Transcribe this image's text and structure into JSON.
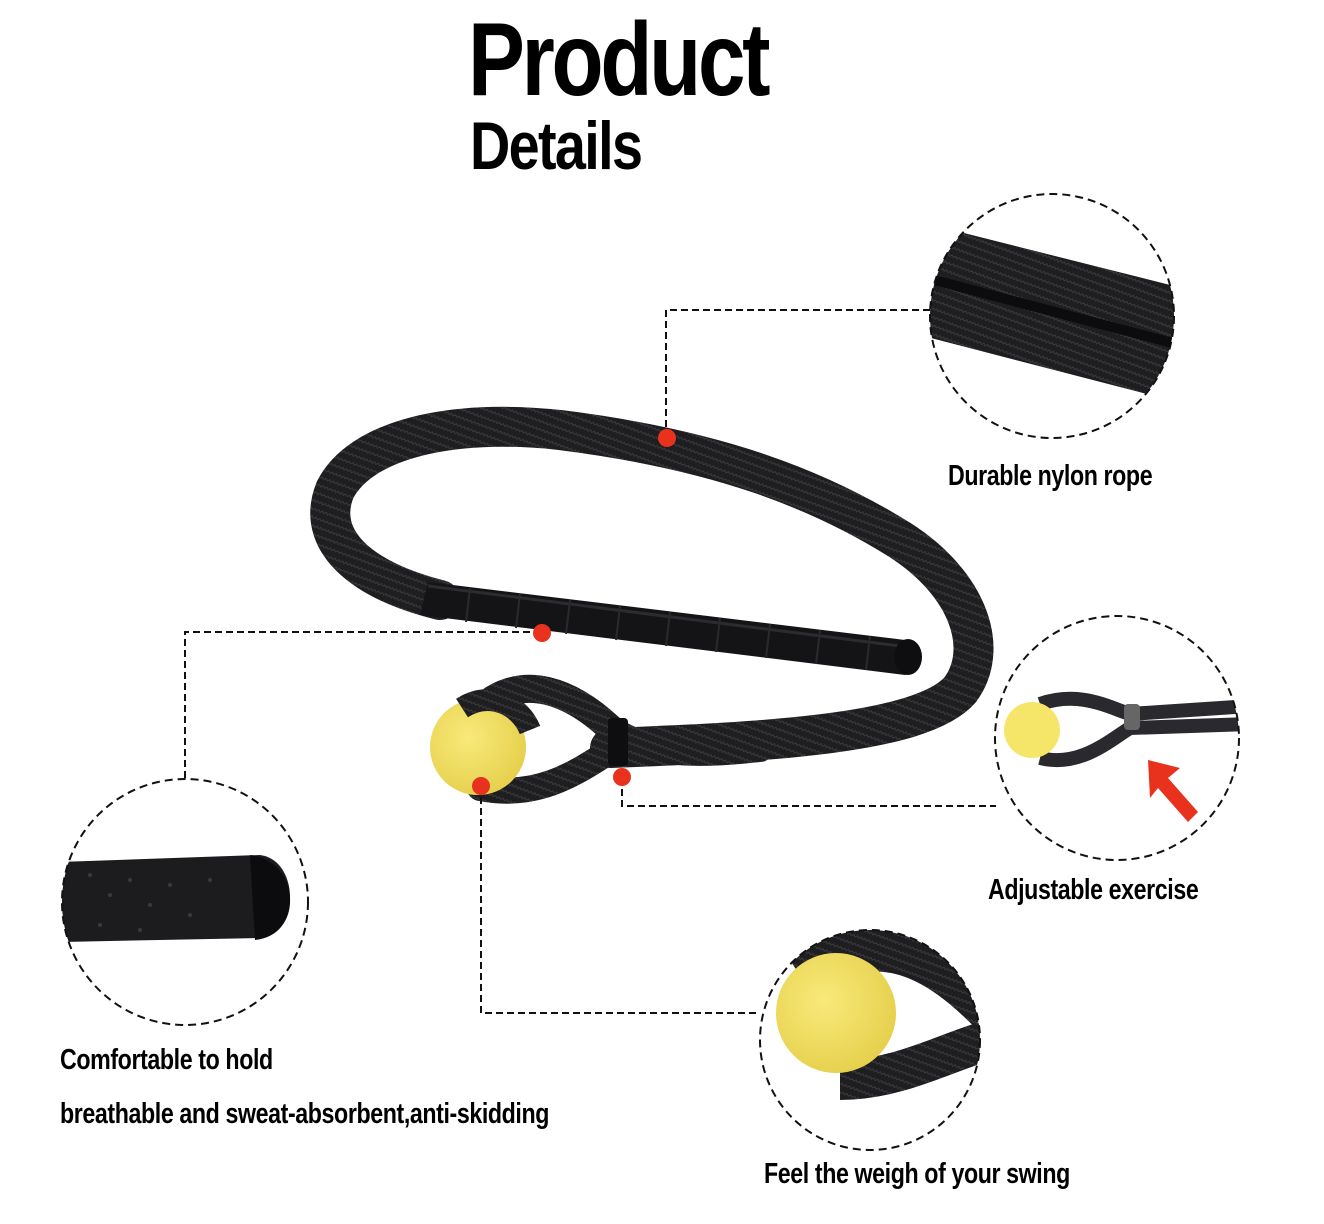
{
  "header": {
    "title": "Product",
    "subtitle": "Details"
  },
  "colors": {
    "background": "#ffffff",
    "text": "#000000",
    "rope": "#1e1e20",
    "ball": "#f2df63",
    "marker": "#e8321e",
    "arrow": "#e8321e"
  },
  "callouts": [
    {
      "id": "rope",
      "label": "Durable nylon rope"
    },
    {
      "id": "adjustable",
      "label": "Adjustable exercise"
    },
    {
      "id": "handle",
      "label": "Comfortable to hold",
      "sublabel": "breathable and sweat-absorbent,anti-skidding"
    },
    {
      "id": "ball",
      "label": "Feel the weigh of your swing"
    }
  ]
}
